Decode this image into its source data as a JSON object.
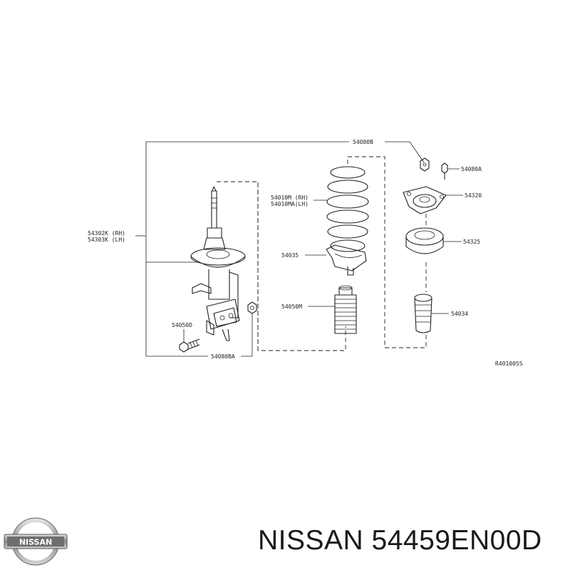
{
  "diagram": {
    "reference_code": "R401005S",
    "labels": {
      "top_assembly": "54080B",
      "bolt_upper": "54080A",
      "mount": "54320",
      "bearing": "54325",
      "spring_rh": "54010M (RH)",
      "spring_lh": "54010MA(LH)",
      "spring_seat": "54035",
      "boot": "54050M",
      "bumper": "54034",
      "strut_rh": "54302K (RH)",
      "strut_lh": "54303K (LH)",
      "bolt_lower": "54050D",
      "nut_lower": "54080BA"
    }
  },
  "footer": {
    "title": "NISSAN 54459EN00D",
    "logo_text": "NISSAN"
  }
}
